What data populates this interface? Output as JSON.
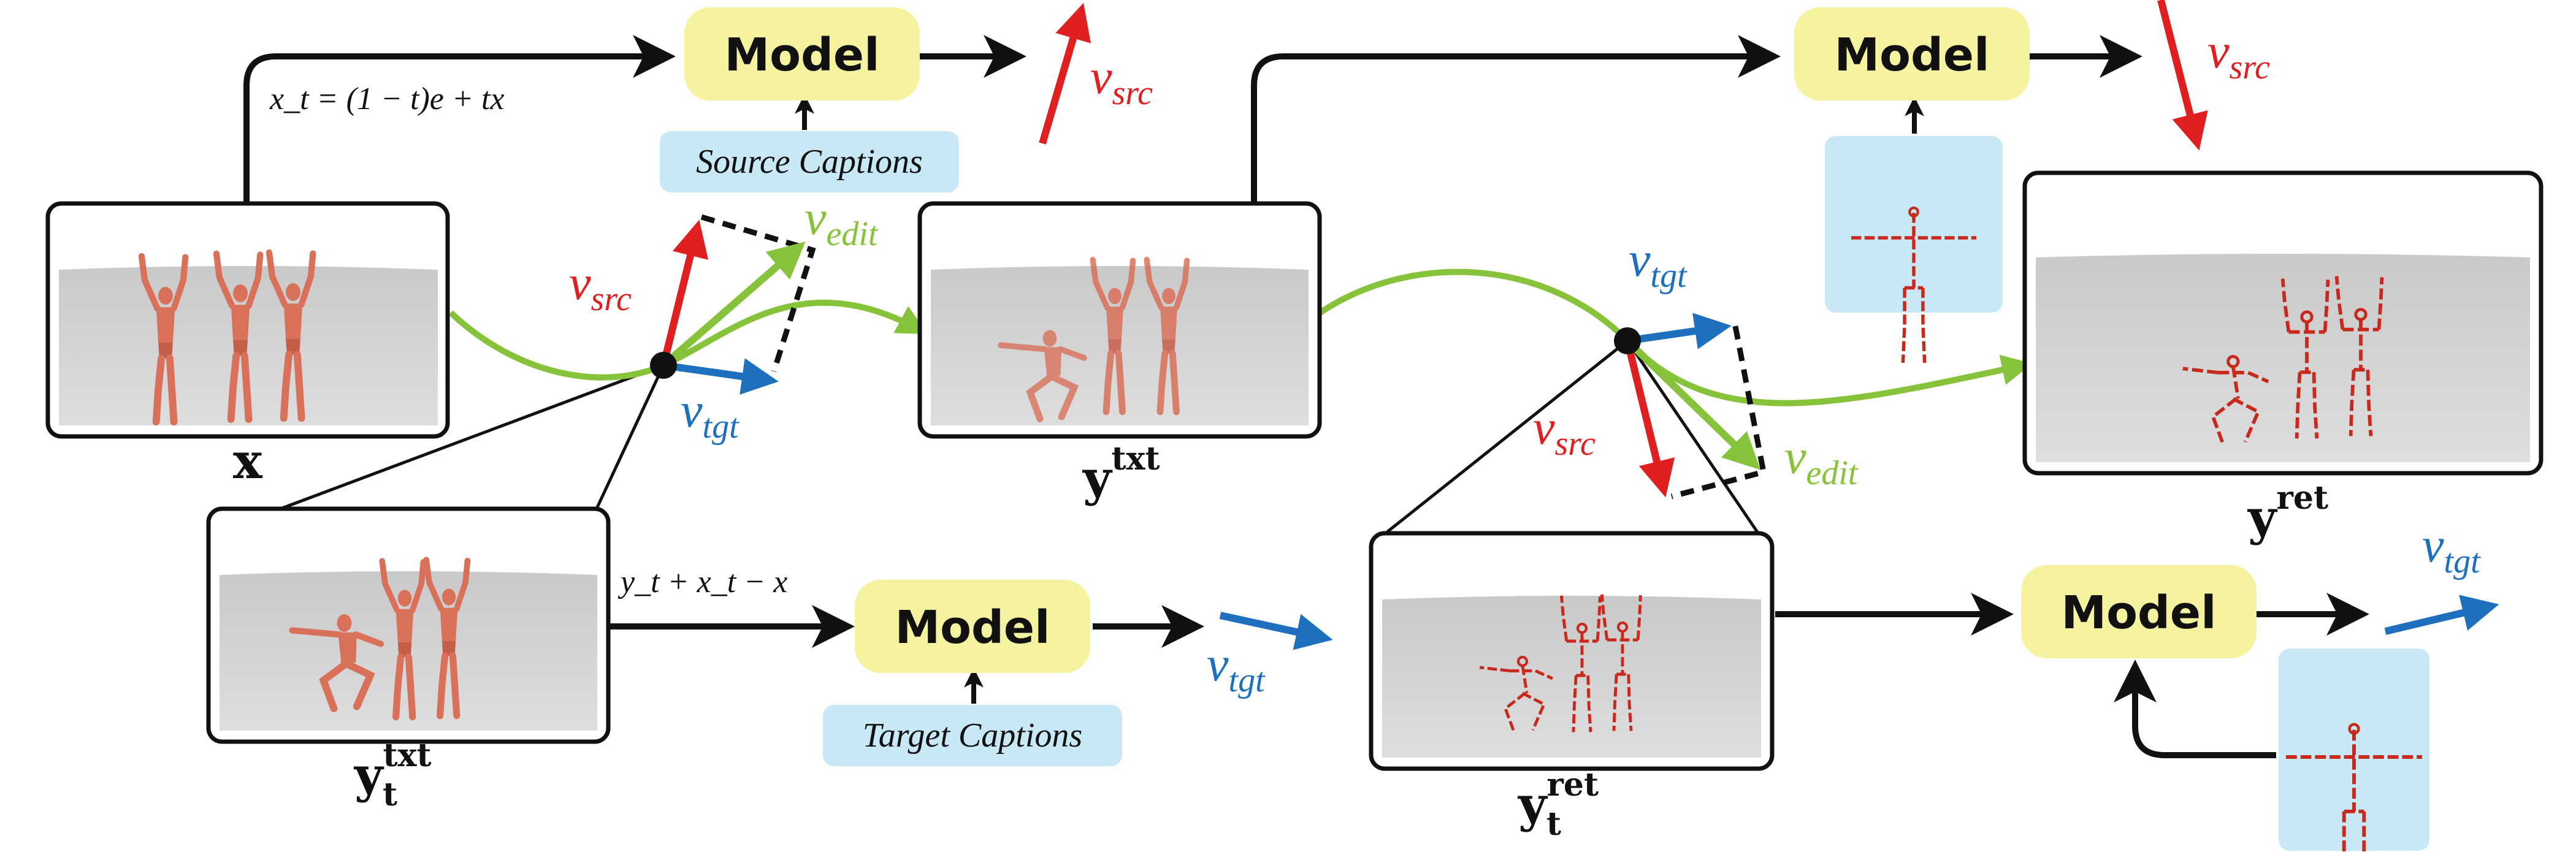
{
  "colors": {
    "src": "#e02020",
    "tgt": "#1f6fbf",
    "edit": "#86c23a",
    "model_fill": "#f6f3a0",
    "caption_fill": "#c8e8f6",
    "skeleton_fill": "#c8e8f6",
    "line": "#111111"
  },
  "model": {
    "label": "Model"
  },
  "captions": {
    "source": "Source Captions",
    "target": "Target Captions"
  },
  "equations": {
    "interp": "x_t = (1 − t)e + tx",
    "target_input": "y_t + x_t − x"
  },
  "vectors": {
    "v": "v",
    "src": "src",
    "tgt": "tgt",
    "edit": "edit"
  },
  "outputs": {
    "x": "x",
    "y": "y",
    "txt": "txt",
    "ret": "ret",
    "t": "t"
  },
  "icons": [
    "skeleton-icon",
    "arrow-icon"
  ]
}
